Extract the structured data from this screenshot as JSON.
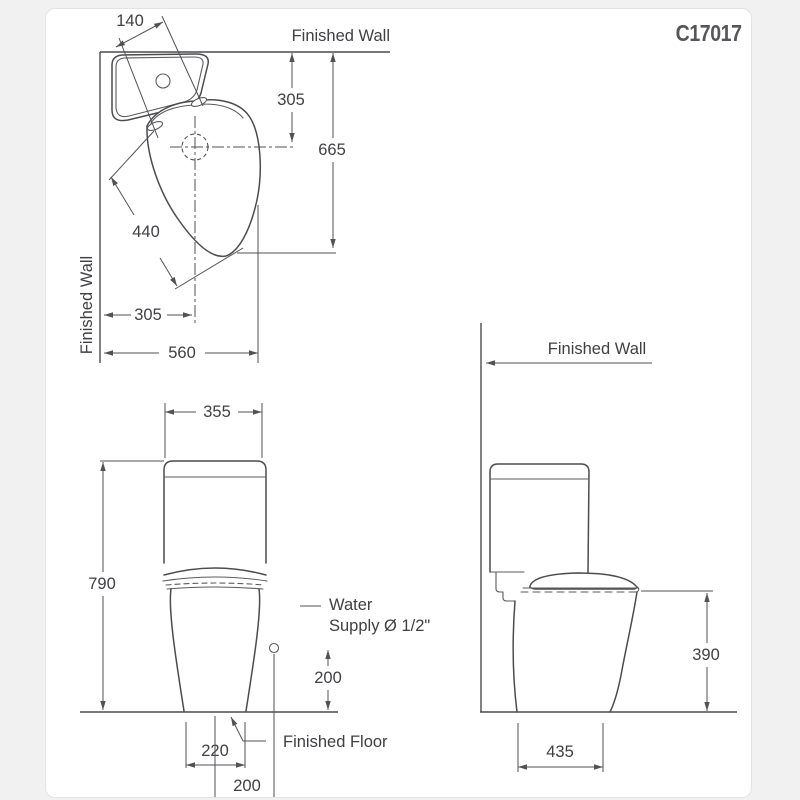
{
  "model_code": "C17017",
  "colors": {
    "background": "#f1f1f2",
    "card": "#ffffff",
    "outline": "#4b4c4e",
    "dimension_lines": "#515256",
    "text": "#3f4043",
    "model_code_color": "#55565a"
  },
  "top_view": {
    "wall_label_top": "Finished Wall",
    "wall_label_left": "Finished Wall",
    "dim_tank_depth": "140",
    "dim_center_to_wall_vertical": "305",
    "dim_overall_from_wall": "665",
    "dim_seat_length": "440",
    "dim_center_to_wall_horizontal": "305",
    "dim_overall_width": "560"
  },
  "front_view": {
    "dim_tank_width": "355",
    "dim_overall_height": "790",
    "dim_supply_height": "200",
    "dim_base_width": "220",
    "dim_center_to_supply": "200",
    "water_supply_label_line1": "Water",
    "water_supply_label_line2": "Supply Ø 1/2\"",
    "floor_label": "Finished Floor"
  },
  "side_view": {
    "wall_label": "Finished Wall",
    "dim_seat_height": "390",
    "dim_base_depth": "435"
  }
}
